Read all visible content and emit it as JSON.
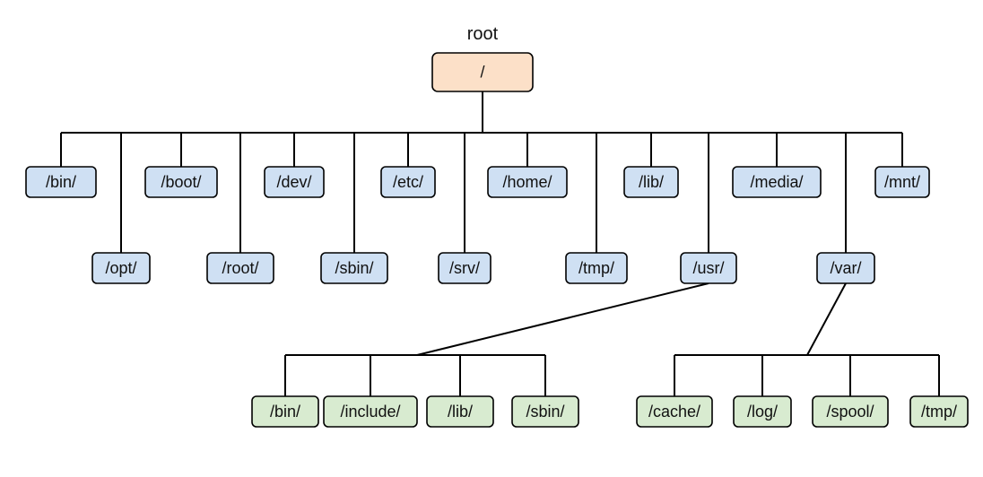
{
  "root_caption": "root",
  "root_label": "/",
  "top_dirs": [
    "/bin/",
    "/opt/",
    "/boot/",
    "/root/",
    "/dev/",
    "/sbin/",
    "/etc/",
    "/srv/",
    "/home/",
    "/tmp/",
    "/lib/",
    "/usr/",
    "/media/",
    "/var/",
    "/mnt/"
  ],
  "usr_children": [
    "/bin/",
    "/include/",
    "/lib/",
    "/sbin/"
  ],
  "var_children": [
    "/cache/",
    "/log/",
    "/spool/",
    "/tmp/"
  ],
  "colors": {
    "root_fill": "#fce0c8",
    "top_fill": "#cfe0f3",
    "child_fill": "#d8ebd0",
    "line": "#000000"
  }
}
